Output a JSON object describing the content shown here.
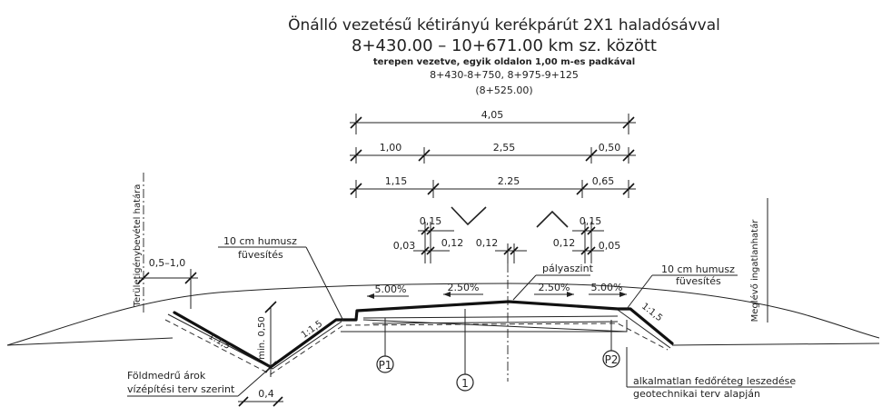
{
  "title": {
    "line1": "Önálló vezetésű kétirányú kerékpárút 2X1 haladósávval",
    "line2": "8+430.00 – 10+671.00 km sz. között",
    "line3": "terepen vezetve, egyik oldalon 1,00 m-es padkával",
    "line4": "8+430-8+750, 8+975-9+125",
    "line5": "(8+525.00)"
  },
  "dimensions": {
    "total": "4,05",
    "row2": [
      "1,00",
      "2,55",
      "0,50"
    ],
    "row3": [
      "1,15",
      "2.25",
      "0,65"
    ],
    "top_left_a": "0,15",
    "top_left_b": "0,03",
    "top_left_c": "0,12",
    "center_left": "0,12",
    "center_right": "0,12",
    "top_right_a": "0,15",
    "top_right_b": "0,05",
    "left_offset": "0,5–1,0",
    "bottom_width": "0,4",
    "ditch_depth": "min. 0,50"
  },
  "slopes": {
    "left_shoulder": "5.00%",
    "left_lane": "2.50%",
    "right_lane": "2.50%",
    "right_shoulder": "5.00%",
    "ditch_left": "1:1,5",
    "ditch_right": "1:1,5",
    "embankment_right": "1:1,5"
  },
  "labels": {
    "humus_left_1": "10 cm humusz",
    "humus_left_2": "füvesítés",
    "humus_right_1": "10 cm humusz",
    "humus_right_2": "füvesítés",
    "palyaszint": "pályaszint",
    "teruleti_hatar": "Területigénybevétel határa",
    "meglevo_hatar": "Meglévő ingatlanhatár",
    "ditch_1": "Földmedrű árok",
    "ditch_2": "vízépítési terv szerint",
    "strip_1": "alkalmatlan fedőréteg leszedése",
    "strip_2": "geotechnikai terv alapján",
    "marker_p1": "P1",
    "marker_1": "1",
    "marker_p2": "P2"
  }
}
